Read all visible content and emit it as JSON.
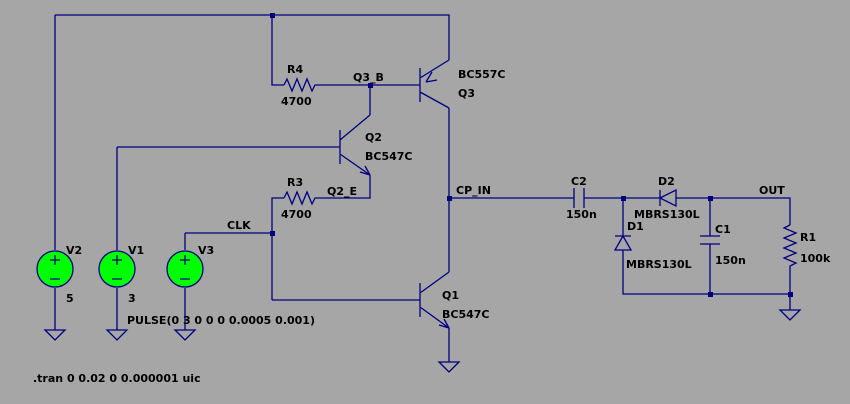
{
  "colors": {
    "background": "#a6a6a6",
    "wire": "#00007f",
    "source_fill": "#00ff00",
    "text": "#000000"
  },
  "transistors": [
    {
      "ref": "Q3",
      "model": "BC557C"
    },
    {
      "ref": "Q2",
      "model": "BC547C"
    },
    {
      "ref": "Q1",
      "model": "BC547C"
    }
  ],
  "resistors": [
    {
      "ref": "R4",
      "value": "4700"
    },
    {
      "ref": "R3",
      "value": "4700"
    },
    {
      "ref": "R1",
      "value": "100k"
    }
  ],
  "capacitors": [
    {
      "ref": "C2",
      "value": "150n"
    },
    {
      "ref": "C1",
      "value": "150n"
    }
  ],
  "diodes": [
    {
      "ref": "D2",
      "model": "MBRS130L"
    },
    {
      "ref": "D1",
      "model": "MBRS130L"
    }
  ],
  "sources": [
    {
      "ref": "V2",
      "value": "5"
    },
    {
      "ref": "V1",
      "value": "3"
    },
    {
      "ref": "V3",
      "value": "PULSE(0 3 0 0 0 0.0005 0.001)"
    }
  ],
  "nets": {
    "q3_base": "Q3_B",
    "q2_emitter": "Q2_E",
    "clock": "CLK",
    "pump_in": "CP_IN",
    "output": "OUT"
  },
  "directive": ".tran 0 0.02 0 0.000001 uic"
}
